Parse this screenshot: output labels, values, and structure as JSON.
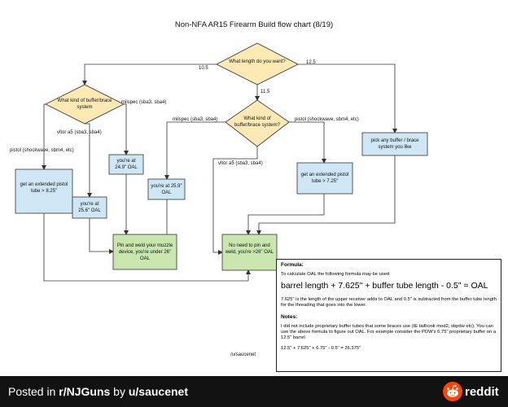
{
  "title": "Non-NFA AR15 Firearm Build flow chart (8/19)",
  "diamonds": {
    "top": "What length do you want?",
    "left": "What kind of buffer/brace system",
    "mid": "What kind of buffer/brace system?"
  },
  "edges": {
    "len_105": "10.5",
    "len_125": "12.5",
    "len_115": "11.5",
    "milspec_left": "milspec (sba3, sba4)",
    "vltor_left": "vltor a5 (sba3, sba4)",
    "pistol_left": "pistol (shockwave, sbm4, etc)",
    "milspec_mid": "milspec (sba3, sba4)",
    "pistol_mid": "pistol (shockwave, sbm4, etc)",
    "vltor_mid": "vltor a5 (sba3, sba4)"
  },
  "boxes": {
    "ext_left": "get an extended pistol tube > 8.25\"",
    "oal_249": "you're at 24.9\" OAL",
    "oal_256": "you're at 25.6\" OAL",
    "oal_259": "you're at 25.9\" OAL",
    "ext_mid": "get an extended pistol tube > 7.25\"",
    "pick_any": "pick any buffer / brace system you like",
    "pin_weld": "Pin and weld your muzzle device, you're under 26\" OAL",
    "no_pin": "No need to pin and weld, you're >26\" OAL"
  },
  "formula": {
    "heading": "Formula:",
    "intro": "To calculate OAL the following formula may be used",
    "equation": "barrel length + 7.625\" + buffer tube length - 0.5\" = OAL",
    "explain": "7.625\" is the length of the upper receiver adds to OAL and 0.5\" is subtracted from the buffer tube length for the threading that goes into the lower.",
    "notes_heading": "Notes:",
    "notes": "I did not include proprietary buffer tubes that some braces use (IE tailhook mod2, sbpdw etc). You can use the above formula to figure out OAL.  For example consider the PDW's 6.75\" proprietary buffer on a 12.5\" barrel",
    "example": "12.5\" + 7.625\" + 6.75\"  -  0.5\" = 26.375\""
  },
  "credit": "/u/saucenet",
  "footer": {
    "prefix": "Posted in ",
    "subreddit": "r/NJGuns",
    "middle": " by ",
    "user": "u/saucenet",
    "brand": "reddit"
  },
  "colors": {
    "decision": "#fde9b3",
    "process": "#cfe6f5",
    "outcome": "#c8e6ad",
    "footer_bg": "#121212",
    "reddit_orange": "#ff4500"
  }
}
